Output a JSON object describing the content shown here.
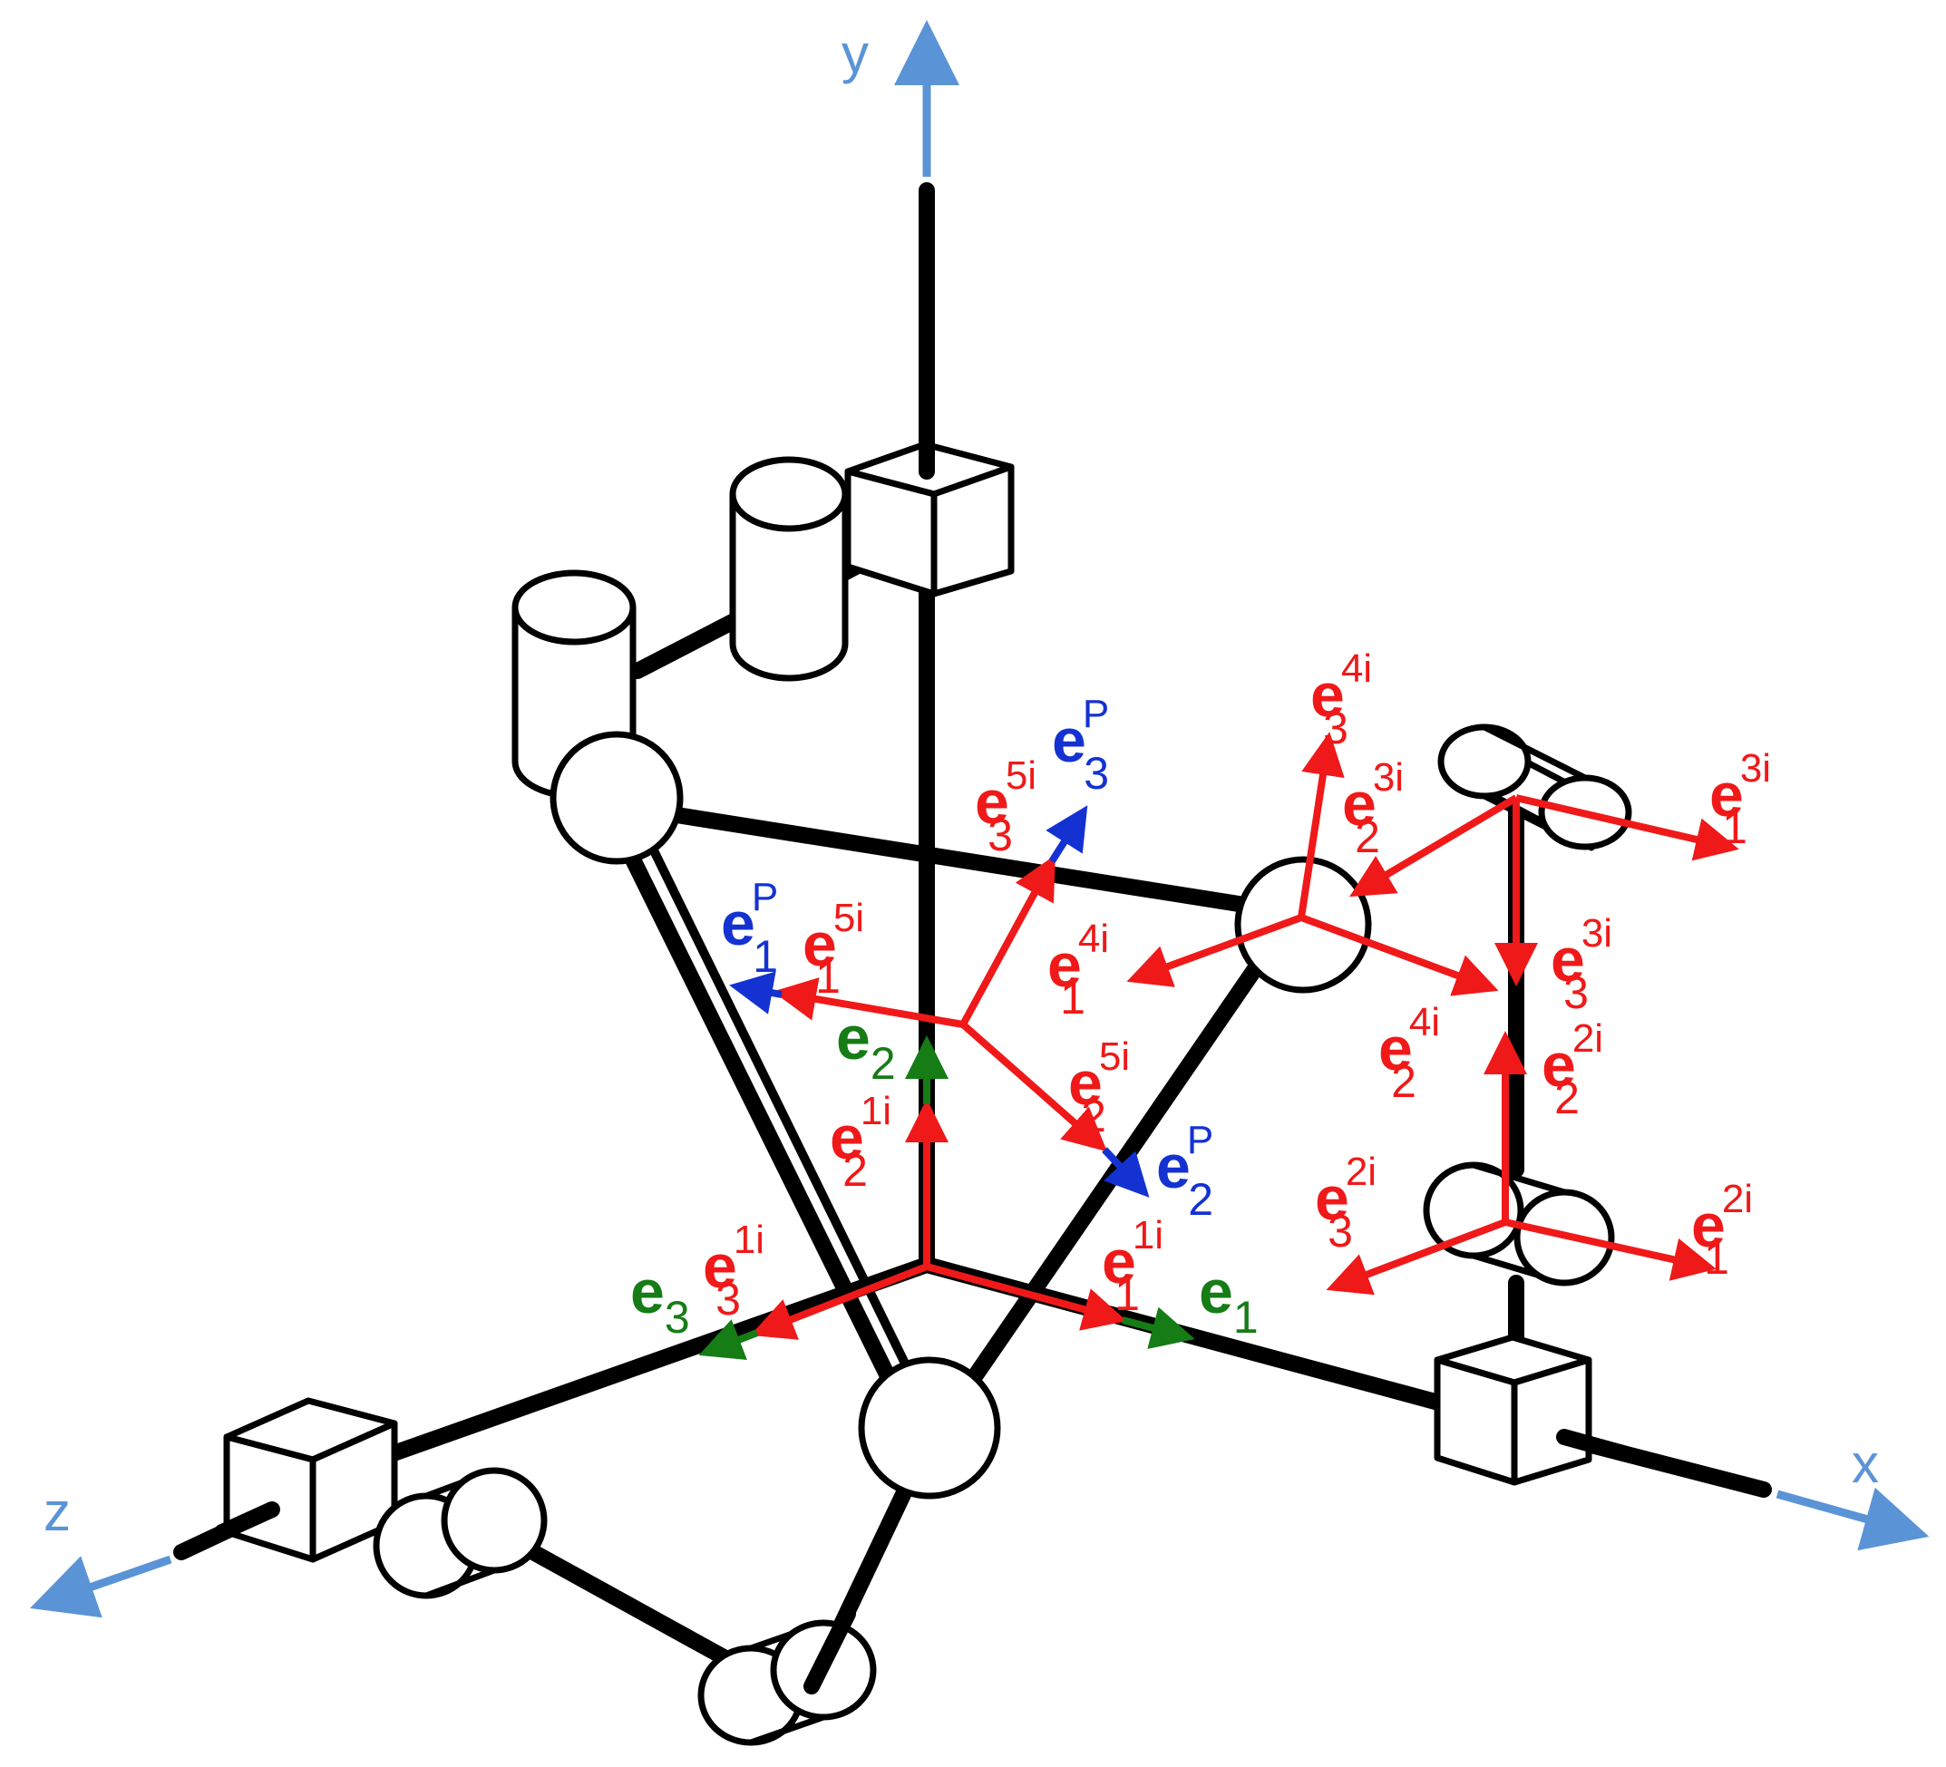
{
  "colors": {
    "axis": "#5b94d6",
    "link": "#000000",
    "red": "#f01919",
    "blue": "#1432d2",
    "green": "#167c16"
  },
  "axes": {
    "x": "x",
    "y": "y",
    "z": "z"
  },
  "vectors": {
    "e1": {
      "base": "e",
      "sub": "1",
      "sup": ""
    },
    "e2": {
      "base": "e",
      "sub": "2",
      "sup": ""
    },
    "e3": {
      "base": "e",
      "sub": "3",
      "sup": ""
    },
    "e1_1i": {
      "base": "e",
      "sub": "1",
      "sup": "1i"
    },
    "e2_1i": {
      "base": "e",
      "sub": "2",
      "sup": "1i"
    },
    "e3_1i": {
      "base": "e",
      "sub": "3",
      "sup": "1i"
    },
    "e1_2i": {
      "base": "e",
      "sub": "1",
      "sup": "2i"
    },
    "e2_2i": {
      "base": "e",
      "sub": "2",
      "sup": "2i"
    },
    "e3_2i": {
      "base": "e",
      "sub": "3",
      "sup": "2i"
    },
    "e1_3i": {
      "base": "e",
      "sub": "1",
      "sup": "3i"
    },
    "e2_3i": {
      "base": "e",
      "sub": "2",
      "sup": "3i"
    },
    "e3_3i": {
      "base": "e",
      "sub": "3",
      "sup": "3i"
    },
    "e1_4i": {
      "base": "e",
      "sub": "1",
      "sup": "4i"
    },
    "e2_4i": {
      "base": "e",
      "sub": "2",
      "sup": "4i"
    },
    "e3_4i": {
      "base": "e",
      "sub": "3",
      "sup": "4i"
    },
    "e1_5i": {
      "base": "e",
      "sub": "1",
      "sup": "5i"
    },
    "e2_5i": {
      "base": "e",
      "sub": "2",
      "sup": "5i"
    },
    "e3_5i": {
      "base": "e",
      "sub": "3",
      "sup": "5i"
    },
    "e1_P": {
      "base": "e",
      "sub": "1",
      "sup": "P"
    },
    "e2_P": {
      "base": "e",
      "sub": "2",
      "sup": "P"
    },
    "e3_P": {
      "base": "e",
      "sub": "3",
      "sup": "P"
    }
  }
}
